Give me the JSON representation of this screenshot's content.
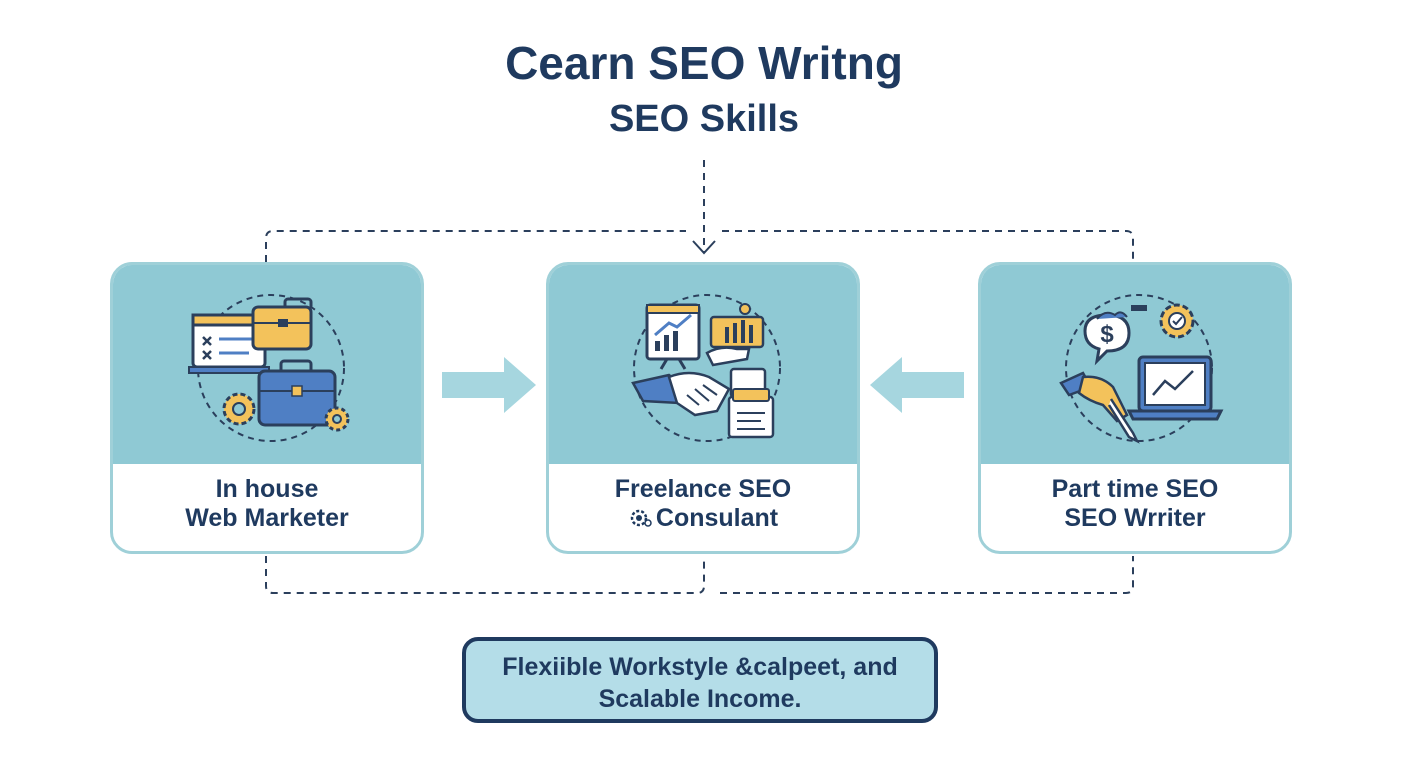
{
  "header": {
    "title": "Cearn SEO Writng",
    "subtitle": "SEO Skills"
  },
  "cards": [
    {
      "line1": "In house",
      "line2": "Web Marketer",
      "icon": "briefcase-monitor-gears-icon"
    },
    {
      "line1": "Freelance SEO",
      "line2": "Consulant",
      "icon": "handshake-chart-icon"
    },
    {
      "line1": "Part time SEO",
      "line2": "SEO Wrriter",
      "icon": "laptop-pen-dollar-icon"
    }
  ],
  "footer": {
    "line1": "Flexiible Workstyle &calpeet, and",
    "line2": "Scalable Income."
  },
  "colors": {
    "navy": "#1f3a5f",
    "teal_panel": "#8fc9d4",
    "card_border": "#9fd0d8",
    "arrow": "#a6d6df",
    "accent_yellow": "#f3c25b",
    "icon_blue": "#4f7fc4",
    "footer_fill": "#b4dde8"
  }
}
